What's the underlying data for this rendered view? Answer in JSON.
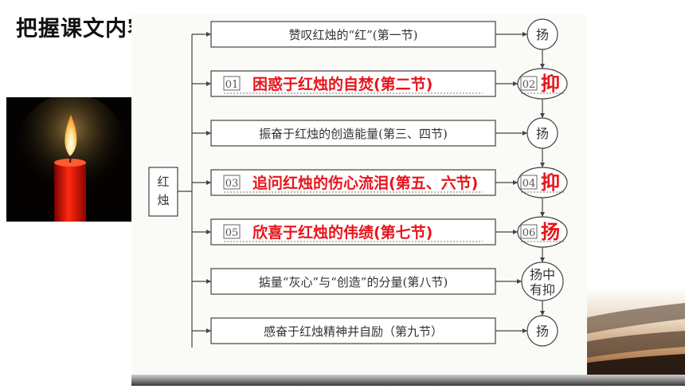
{
  "title": "把握课文内容：",
  "root": "红烛",
  "rows": [
    {
      "text": "赞叹红烛的“红”(第一节)",
      "highlight": false,
      "box_num": "",
      "mood_num": "",
      "mood": "扬"
    },
    {
      "text": "困惑于红烛的自焚(第二节)",
      "highlight": true,
      "box_num": "01",
      "mood_num": "02",
      "mood": "抑"
    },
    {
      "text": "振奋于红烛的创造能量(第三、四节)",
      "highlight": false,
      "box_num": "",
      "mood_num": "",
      "mood": "扬"
    },
    {
      "text": "追问红烛的伤心流泪(第五、六节)",
      "highlight": true,
      "box_num": "03",
      "mood_num": "04",
      "mood": "抑"
    },
    {
      "text": "欣喜于红烛的伟绩(第七节)",
      "highlight": true,
      "box_num": "05",
      "mood_num": "06",
      "mood": "扬"
    },
    {
      "text": "掂量“灰心”与“创造”的分量(第八节)",
      "highlight": false,
      "box_num": "",
      "mood_num": "",
      "mood": "扬中\n有抑"
    },
    {
      "text": "感奋于红烛精神并自励（第九节）",
      "highlight": false,
      "box_num": "",
      "mood_num": "",
      "mood": "扬"
    }
  ],
  "colors": {
    "highlight": "#e8141c",
    "line": "#444444"
  }
}
